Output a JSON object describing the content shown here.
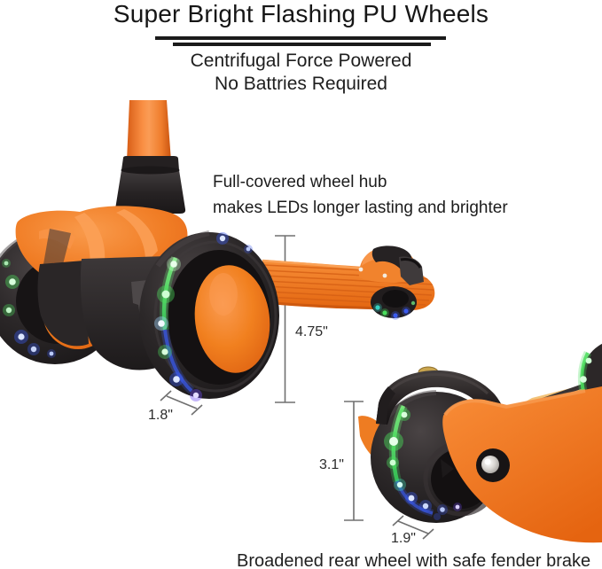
{
  "header": {
    "title": "Super Bright Flashing PU Wheels",
    "subtitle_line1": "Centrifugal Force Powered",
    "subtitle_line2": "No Battries Required"
  },
  "annotations": {
    "hub_note_line1": "Full-covered wheel hub",
    "hub_note_line2": "makes LEDs longer lasting and brighter",
    "bottom_caption": "Broadened rear wheel with safe fender brake"
  },
  "dimensions": {
    "front_deck_height": "4.75\"",
    "front_wheel_width": "1.8\"",
    "rear_wheel_height": "3.1\"",
    "rear_wheel_width": "1.9\""
  },
  "colors": {
    "accent_orange": "#F5821F",
    "deck_top_tan": "#F2C379",
    "led_green": "#4DE35C",
    "led_blue": "#3A5BEE",
    "text": "#1C1C1C",
    "dimension_line": "#707070"
  }
}
